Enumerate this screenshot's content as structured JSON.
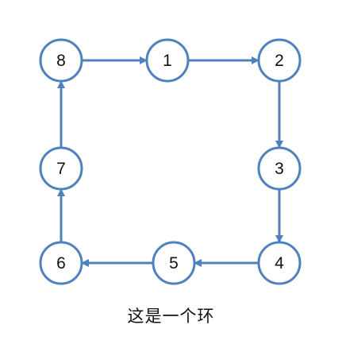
{
  "diagram": {
    "nodes": [
      {
        "id": "1",
        "label": "1"
      },
      {
        "id": "2",
        "label": "2"
      },
      {
        "id": "3",
        "label": "3"
      },
      {
        "id": "4",
        "label": "4"
      },
      {
        "id": "5",
        "label": "5"
      },
      {
        "id": "6",
        "label": "6"
      },
      {
        "id": "7",
        "label": "7"
      },
      {
        "id": "8",
        "label": "8"
      }
    ],
    "edges": [
      {
        "from": "1",
        "to": "2"
      },
      {
        "from": "2",
        "to": "3"
      },
      {
        "from": "3",
        "to": "4"
      },
      {
        "from": "4",
        "to": "5"
      },
      {
        "from": "5",
        "to": "6"
      },
      {
        "from": "6",
        "to": "7"
      },
      {
        "from": "7",
        "to": "8"
      },
      {
        "from": "8",
        "to": "1"
      }
    ],
    "caption": "这是一个环",
    "colors": {
      "stroke": "#4f81bd",
      "fill": "#ffffff",
      "text": "#111111"
    }
  }
}
